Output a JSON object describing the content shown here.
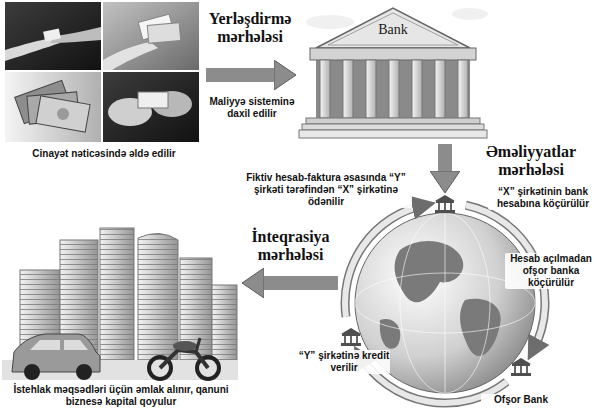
{
  "diagram": {
    "nodes": [
      {
        "text": [
          "Cinayət nəticəsində əldə edilir"
        ]
      },
      {
        "text": [
          "Bank"
        ]
      },
      {
        "text": [
          "“X” şirkətinin bank hesabına köçürülür",
          "Hesab açılmadan ofşor banka köçürülür",
          "Ofşor Bank",
          "“Y” şirkətinə kredit verilir",
          "Fiktiv hesab-faktura əsasında “Y” şirkəti tərəfindən “X” şirkətinə ödənilir"
        ]
      },
      {
        "text": [
          "İstehlak məqsədləri üçün əmlak alınır, qanuni biznesə kapital qoyulur"
        ]
      }
    ],
    "edges": [
      {
        "from": 0,
        "to": 1,
        "arrow": "to",
        "label": "Yerləşdirmə mərhələsi"
      },
      {
        "from": 1,
        "to": 2,
        "arrow": "to",
        "label": "Əməliyyatlar mərhələsi"
      },
      {
        "from": 2,
        "to": 3,
        "arrow": "to",
        "label": "İnteqrasiya mərhələsi"
      }
    ],
    "labels": [
      "Maliyyə sisteminə daxil edilir"
    ]
  }
}
